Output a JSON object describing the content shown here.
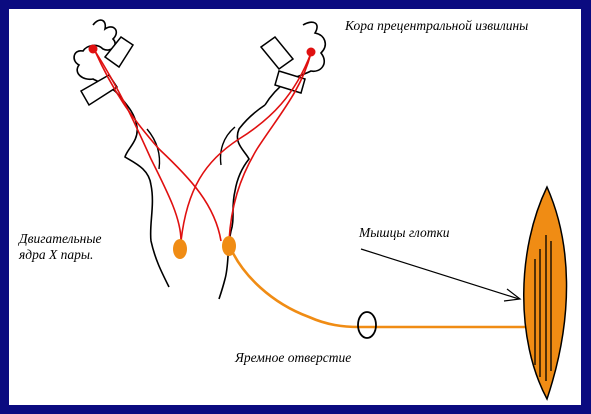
{
  "colors": {
    "frame": "#0b0b80",
    "background": "#ffffff",
    "upper_neuron": "#e01010",
    "lower_neuron": "#f08c14",
    "muscle_fill": "#f08c14",
    "outline": "#000000"
  },
  "labels": {
    "cortex": "Кора прецентральной извилины",
    "nuclei_line1": "Двигательные",
    "nuclei_line2": "ядра  X пары.",
    "muscles": "Мышцы глотки",
    "foramen": "Яремное отверстие"
  }
}
